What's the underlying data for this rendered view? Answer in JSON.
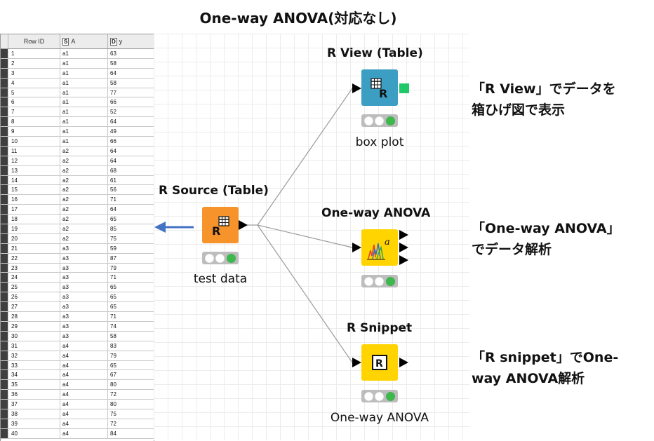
{
  "title": "One-way ANOVA(対応なし)",
  "table": {
    "columns": [
      {
        "label": "Row ID"
      },
      {
        "type_badge": "S",
        "label": "A"
      },
      {
        "type_badge": "D",
        "label": "y"
      }
    ],
    "rows": [
      [
        "1",
        "a1",
        "63"
      ],
      [
        "2",
        "a1",
        "58"
      ],
      [
        "3",
        "a1",
        "64"
      ],
      [
        "4",
        "a1",
        "58"
      ],
      [
        "5",
        "a1",
        "77"
      ],
      [
        "6",
        "a1",
        "66"
      ],
      [
        "7",
        "a1",
        "52"
      ],
      [
        "8",
        "a1",
        "64"
      ],
      [
        "9",
        "a1",
        "49"
      ],
      [
        "10",
        "a1",
        "66"
      ],
      [
        "11",
        "a2",
        "64"
      ],
      [
        "12",
        "a2",
        "64"
      ],
      [
        "13",
        "a2",
        "68"
      ],
      [
        "14",
        "a2",
        "61"
      ],
      [
        "15",
        "a2",
        "56"
      ],
      [
        "16",
        "a2",
        "71"
      ],
      [
        "17",
        "a2",
        "64"
      ],
      [
        "18",
        "a2",
        "65"
      ],
      [
        "19",
        "a2",
        "85"
      ],
      [
        "20",
        "a2",
        "75"
      ],
      [
        "21",
        "a3",
        "59"
      ],
      [
        "22",
        "a3",
        "87"
      ],
      [
        "23",
        "a3",
        "79"
      ],
      [
        "24",
        "a3",
        "71"
      ],
      [
        "25",
        "a3",
        "65"
      ],
      [
        "26",
        "a3",
        "65"
      ],
      [
        "27",
        "a3",
        "65"
      ],
      [
        "28",
        "a3",
        "71"
      ],
      [
        "29",
        "a3",
        "74"
      ],
      [
        "30",
        "a3",
        "58"
      ],
      [
        "31",
        "a4",
        "83"
      ],
      [
        "32",
        "a4",
        "79"
      ],
      [
        "33",
        "a4",
        "65"
      ],
      [
        "34",
        "a4",
        "67"
      ],
      [
        "35",
        "a4",
        "80"
      ],
      [
        "36",
        "a4",
        "72"
      ],
      [
        "37",
        "a4",
        "80"
      ],
      [
        "38",
        "a4",
        "75"
      ],
      [
        "39",
        "a4",
        "72"
      ],
      [
        "40",
        "a4",
        "84"
      ]
    ]
  },
  "nodes": {
    "r_source": {
      "title": "R Source (Table)",
      "label": "test data",
      "color": "#F7932B"
    },
    "r_view": {
      "title": "R View (Table)",
      "label": "box plot",
      "color": "#3D9EC4"
    },
    "anova": {
      "title": "One-way ANOVA",
      "label": "",
      "color": "#FFD400"
    },
    "r_snippet": {
      "title": "R Snippet",
      "label": "One-way ANOVA",
      "color": "#FFD400"
    }
  },
  "notes": {
    "r_view": [
      "「R View」でデータを",
      "箱ひげ図で表示"
    ],
    "anova": [
      "「One-way ANOVA」",
      "でデータ解析"
    ],
    "r_snippet": [
      "「R snippet」でOne-",
      "way ANOVA解析"
    ]
  },
  "colors": {
    "arrow": "#4472C4",
    "status_ok": "#3CB94B",
    "port_out": "#1FC96A"
  }
}
